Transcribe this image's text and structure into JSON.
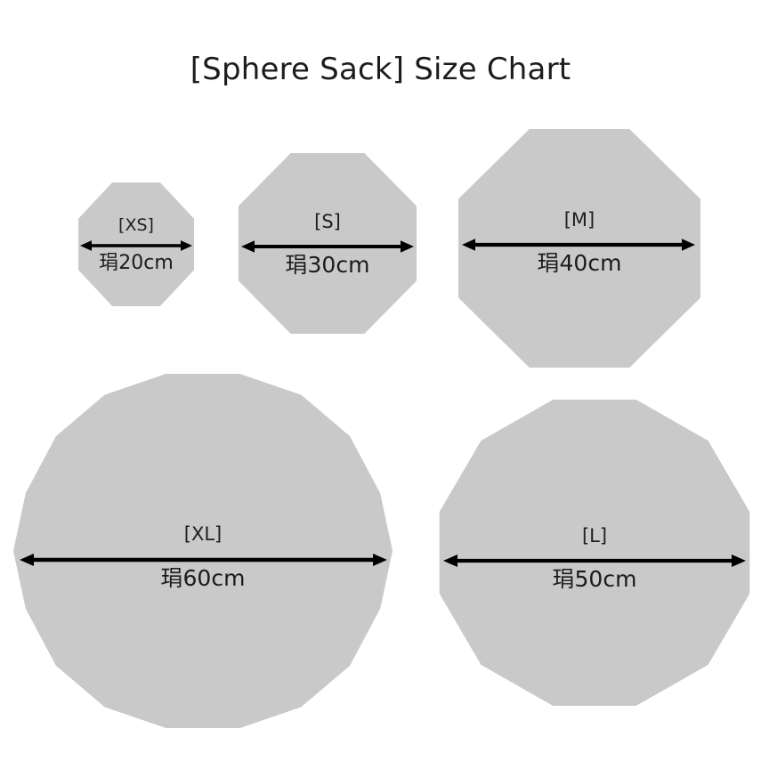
{
  "title": "[Sphere Sack] Size Chart",
  "colors": {
    "background": "#ffffff",
    "shape_fill": "#c9c9c9",
    "arrow": "#000000",
    "text": "#1c1c1c"
  },
  "chart_data": {
    "type": "table",
    "title": "[Sphere Sack] Size Chart",
    "xlabel": "",
    "ylabel": "",
    "categories": [
      "[XS]",
      "[S]",
      "[M]",
      "[XL]",
      "[L]"
    ],
    "values": [
      20,
      30,
      40,
      60,
      50
    ],
    "unit": "cm",
    "value_labels": [
      "琄20cm",
      "琄30cm",
      "琄40cm",
      "琄60cm",
      "琄50cm"
    ],
    "note": "Diameter of each sphere sack size, shown as a polygon with a double-headed dimension arrow."
  },
  "sizes": [
    {
      "key": "xs",
      "label": "[XS]",
      "measure": "琄20cm",
      "diameter_cm": 20,
      "sides": 8
    },
    {
      "key": "s",
      "label": "[S]",
      "measure": "琄30cm",
      "diameter_cm": 30,
      "sides": 8
    },
    {
      "key": "m",
      "label": "[M]",
      "measure": "琄40cm",
      "diameter_cm": 40,
      "sides": 8
    },
    {
      "key": "xl",
      "label": "[XL]",
      "measure": "琄60cm",
      "diameter_cm": 60,
      "sides": 16
    },
    {
      "key": "l",
      "label": "[L]",
      "measure": "琄50cm",
      "diameter_cm": 50,
      "sides": 12
    }
  ]
}
